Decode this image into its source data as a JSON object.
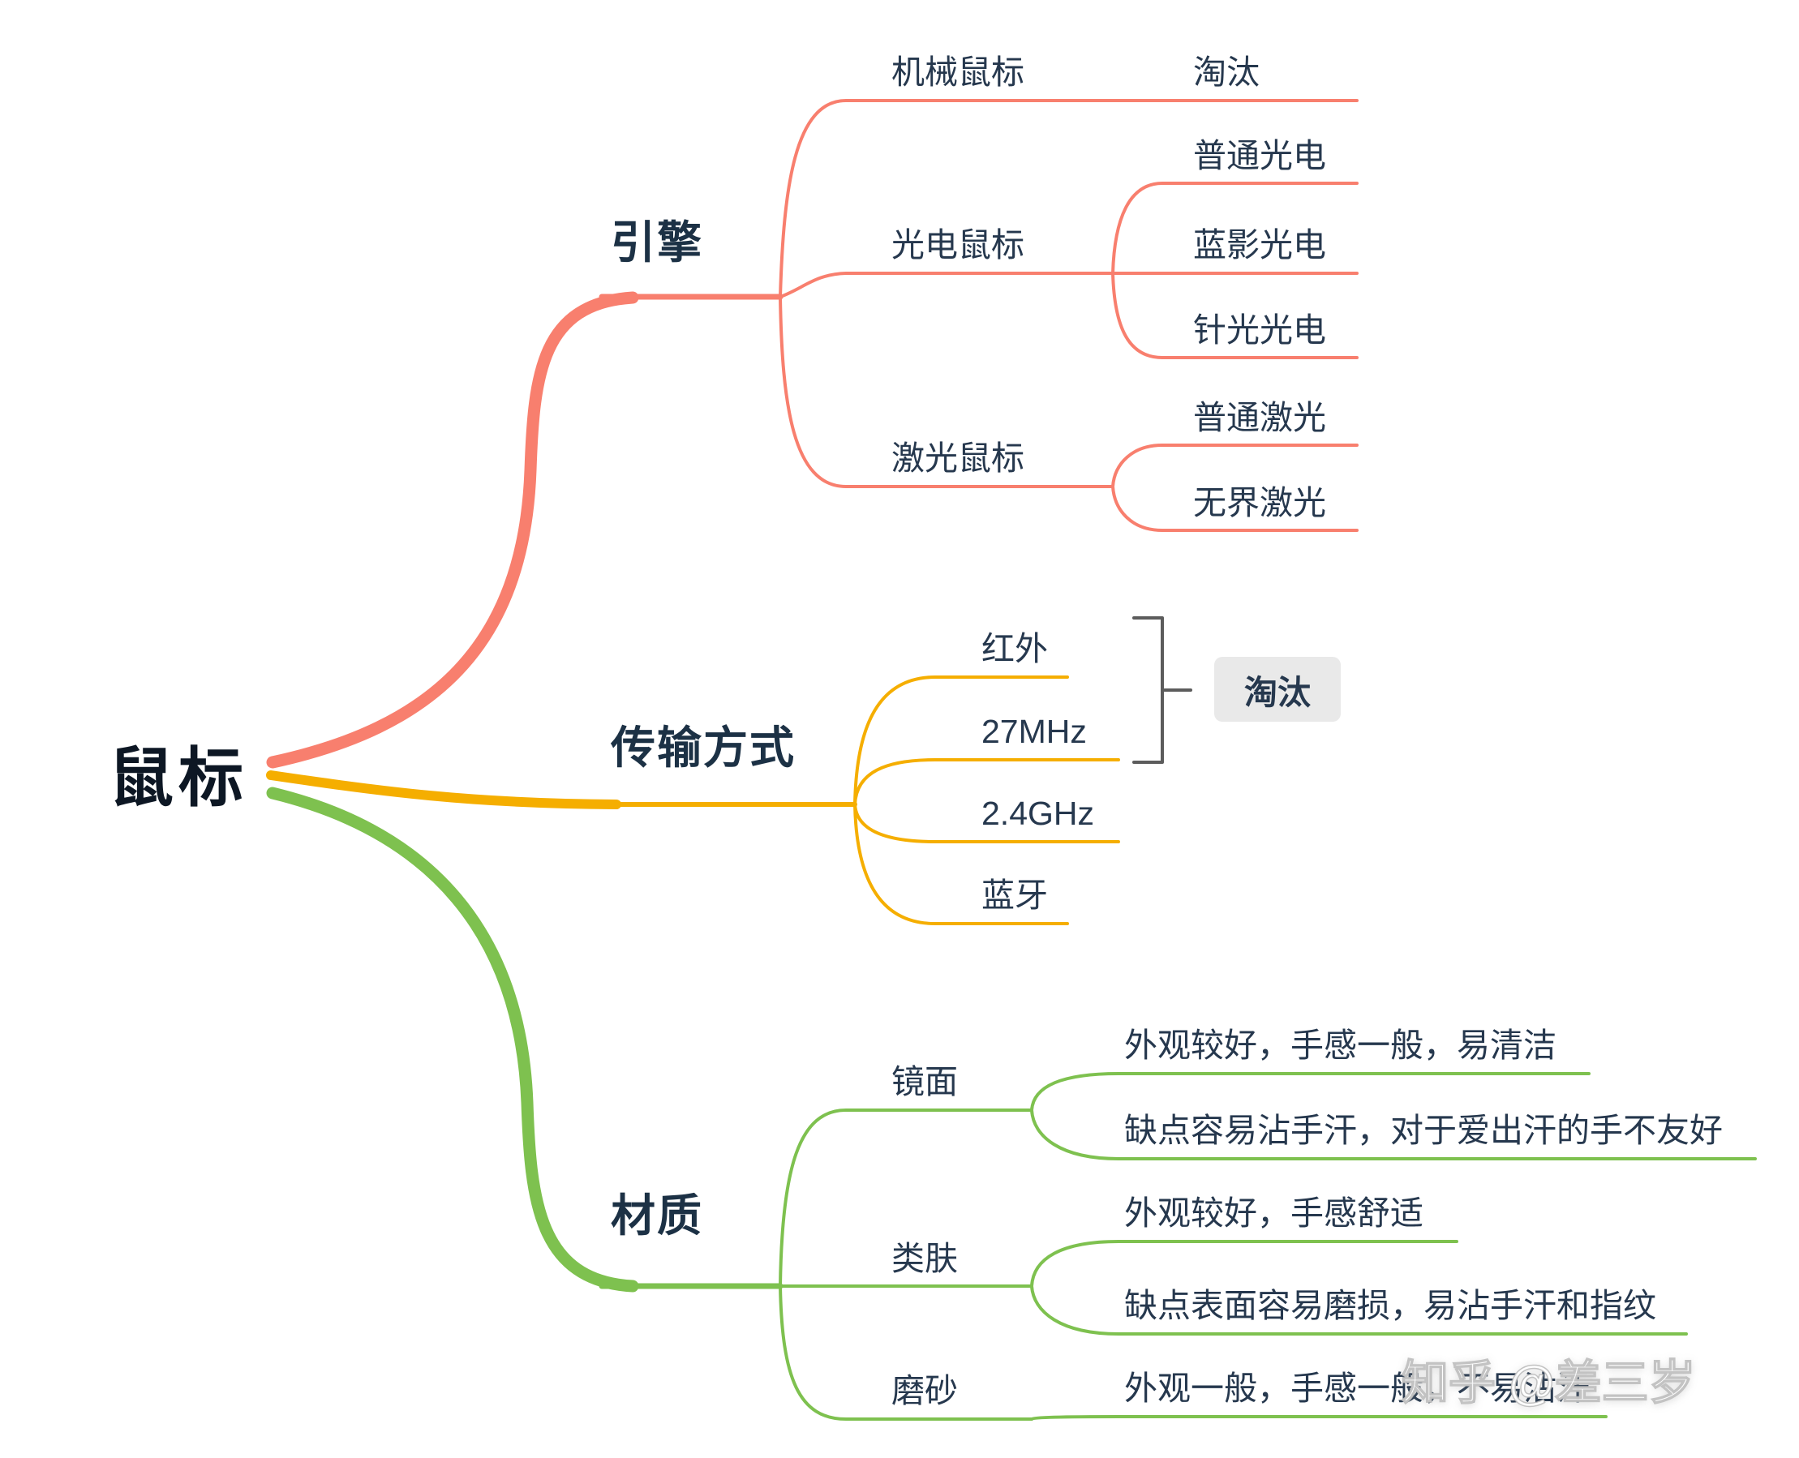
{
  "root": {
    "label": "鼠标"
  },
  "branches": [
    {
      "label": "引擎",
      "color": "#F87F6E",
      "children": [
        {
          "label": "机械鼠标",
          "children": [
            {
              "label": "淘汰"
            }
          ]
        },
        {
          "label": "光电鼠标",
          "children": [
            {
              "label": "普通光电"
            },
            {
              "label": "蓝影光电"
            },
            {
              "label": "针光光电"
            }
          ]
        },
        {
          "label": "激光鼠标",
          "children": [
            {
              "label": "普通激光"
            },
            {
              "label": "无界激光"
            }
          ]
        }
      ]
    },
    {
      "label": "传输方式",
      "color": "#F5AE00",
      "children": [
        {
          "label": "红外"
        },
        {
          "label": "27MHz"
        },
        {
          "label": "2.4GHz"
        },
        {
          "label": "蓝牙"
        }
      ],
      "callout": {
        "label": "淘汰",
        "applies_to": [
          "红外",
          "27MHz"
        ],
        "box_color": "#E9E9E9"
      }
    },
    {
      "label": "材质",
      "color": "#7EC14F",
      "children": [
        {
          "label": "镜面",
          "children": [
            {
              "label": "外观较好，手感一般，易清洁"
            },
            {
              "label": "缺点容易沾手汗，对于爱出汗的手不友好"
            }
          ]
        },
        {
          "label": "类肤",
          "children": [
            {
              "label": "外观较好，手感舒适"
            },
            {
              "label": "缺点表面容易磨损，易沾手汗和指纹"
            }
          ]
        },
        {
          "label": "磨砂",
          "children": [
            {
              "label": "外观一般，手感一般，不易沾汗"
            }
          ]
        }
      ]
    }
  ],
  "watermark": {
    "label": "知乎 @差三岁"
  },
  "colors": {
    "branch_engine": "#F87F6E",
    "branch_transmission": "#F5AE00",
    "branch_material": "#7EC14F",
    "text_dark": "#26384e",
    "bracket_gray": "#5C5C5C",
    "callout_bg": "#E9E9E9"
  }
}
